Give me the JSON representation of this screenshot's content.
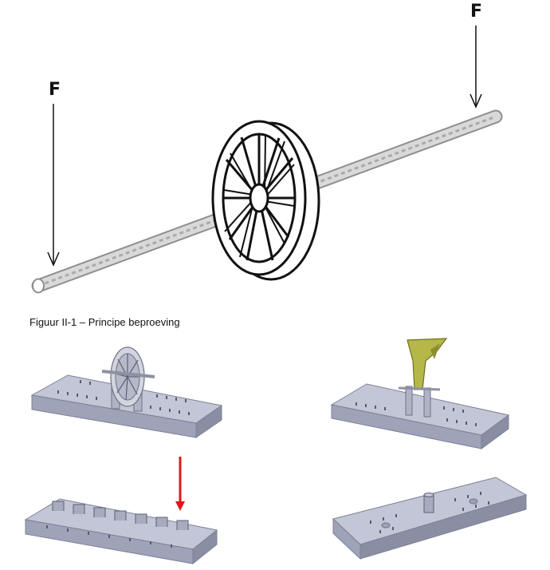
{
  "diagram": {
    "force_left": "F",
    "force_right": "F"
  },
  "caption": "Figuur II-1 – Principe beproeving",
  "colors": {
    "shaft": "#b8b8b8",
    "wheel_stroke": "#111111",
    "plate_top": "#c3c6d6",
    "plate_front": "#9fa3b8",
    "plate_side": "#8a8ea3",
    "bracket": "#b5b848",
    "arrow_red": "#e01818"
  }
}
